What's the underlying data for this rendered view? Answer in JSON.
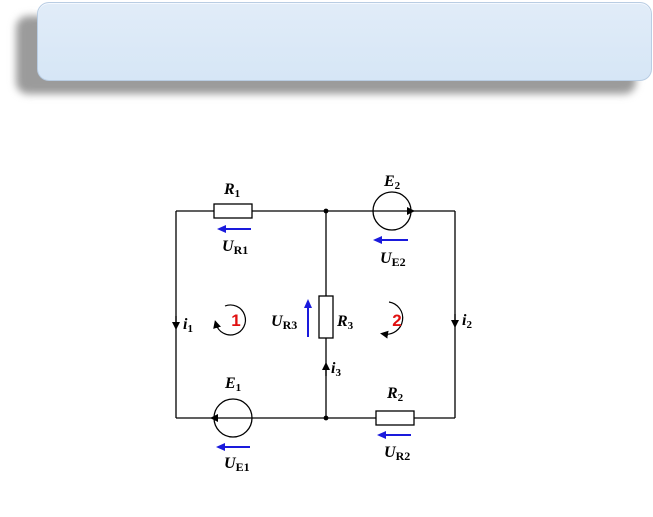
{
  "banner": {
    "title": ""
  },
  "labels": {
    "R1": {
      "main": "R",
      "sub": "1"
    },
    "R2": {
      "main": "R",
      "sub": "2"
    },
    "R3": {
      "main": "R",
      "sub": "3"
    },
    "E1": {
      "main": "E",
      "sub": "1"
    },
    "E2": {
      "main": "E",
      "sub": "2"
    },
    "UR1": {
      "main": "U",
      "sub": "R1"
    },
    "UR2": {
      "main": "U",
      "sub": "R2"
    },
    "UR3": {
      "main": "U",
      "sub": "R3"
    },
    "UE1": {
      "main": "U",
      "sub": "E1"
    },
    "UE2": {
      "main": "U",
      "sub": "E2"
    },
    "i1": {
      "main": "i",
      "sub": "1"
    },
    "i2": {
      "main": "i",
      "sub": "2"
    },
    "i3": {
      "main": "i",
      "sub": "3"
    },
    "loop1": "1",
    "loop2": "2"
  },
  "colors": {
    "wire": "#000000",
    "voltage_arrow": "#1a1adc",
    "loop_number": "#e01010",
    "banner_fill": "#dbe8f6",
    "banner_border": "#b9cde3"
  }
}
